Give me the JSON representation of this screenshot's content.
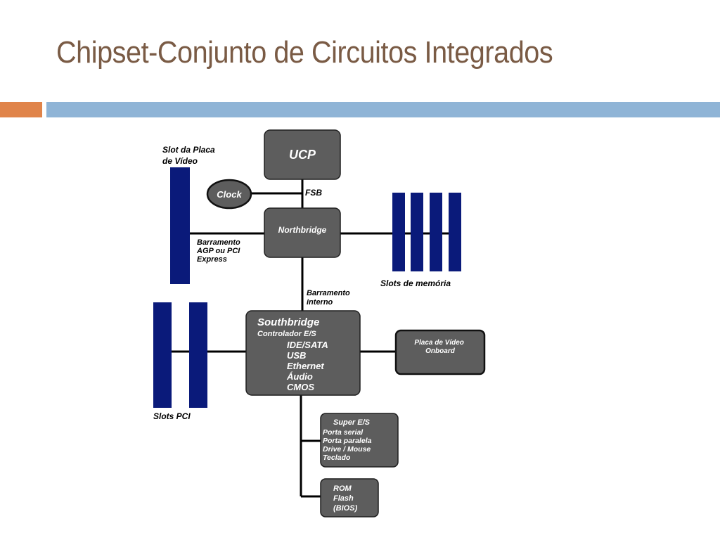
{
  "slide": {
    "title": "Chipset-Conjunto de Circuitos Integrados",
    "accent_colors": {
      "orange": "#e0844a",
      "blue": "#8fb4d6",
      "title": "#7a5b45"
    }
  },
  "diagram": {
    "colors": {
      "box": "#5d5d5d",
      "slot": "#0a1a7a",
      "wire": "#000000"
    },
    "nodes": {
      "ucp": "UCP",
      "clock": "Clock",
      "northbridge": "Northbridge",
      "southbridge": {
        "title": "Southbridge",
        "subtitle": "Controlador E/S",
        "items": [
          "IDE/SATA",
          "USB",
          "Ethernet",
          "Áudio",
          "CMOS"
        ]
      },
      "onboard_video": [
        "Placa de Vídeo",
        "Onboard"
      ],
      "super_io": [
        "Super E/S",
        "Porta serial",
        "Porta paralela",
        "Drive / Mouse",
        "Teclado"
      ],
      "rom": [
        "ROM",
        "Flash",
        "(BIOS)"
      ]
    },
    "labels": {
      "video_slot": [
        "Slot da Placa",
        "de Vídeo"
      ],
      "fsb": "FSB",
      "agp_bus": [
        "Barramento",
        "AGP ou PCI",
        "Express"
      ],
      "memory_slots": "Slots de memória",
      "internal_bus": [
        "Barramento",
        "interno"
      ],
      "pci_slots": "Slots PCI"
    }
  }
}
